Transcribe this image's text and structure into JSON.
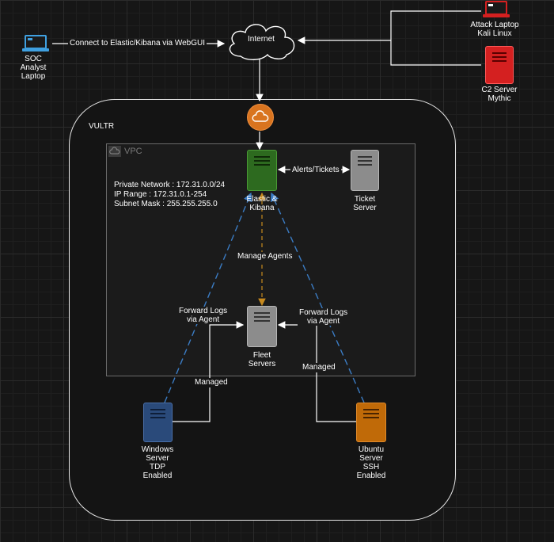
{
  "nodes": {
    "soc_laptop": "SOC\nAnalyst\nLaptop",
    "internet": "Internet",
    "attack_laptop": "Attack Laptop\nKali Linux",
    "c2_server": "C2 Server\nMythic",
    "vultr": "VULTR",
    "vpc": "VPC",
    "elastic": "Elastic &\nKibana",
    "ticket": "Ticket\nServer",
    "fleet": "Fleet\nServers",
    "windows": "Windows\nServer\nTDP\nEnabled",
    "ubuntu": "Ubuntu\nServer\nSSH\nEnabled"
  },
  "network_info": {
    "line1": "Private Network : 172.31.0.0/24",
    "line2": "IP Range : 172.31.0.1-254",
    "line3": "Subnet Mask : 255.255.255.0"
  },
  "edges": {
    "soc_to_internet": "Connect to Elastic/Kibana via WebGUI",
    "alerts": "Alerts/Tickets",
    "manage_agents": "Manage Agents",
    "forward_logs_left": "Forward Logs\nvia Agent",
    "forward_logs_right": "Forward Logs\nvia Agent",
    "managed_left": "Managed",
    "managed_right": "Managed"
  },
  "colors": {
    "elastic": "#2d6a1f",
    "windows": "#2a4a7a",
    "ubuntu": "#c06a08",
    "attack": "#d42020",
    "cloud_icon": "#d9741f",
    "gray_server": "#8c8c8c"
  }
}
